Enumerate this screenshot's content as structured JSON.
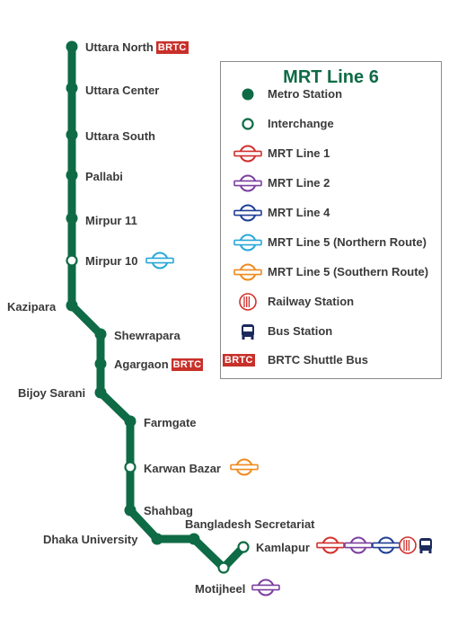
{
  "legend": {
    "title": "MRT Line 6",
    "items": [
      {
        "label": "Metro Station",
        "icon": "metro-station-icon"
      },
      {
        "label": "Interchange",
        "icon": "interchange-icon"
      },
      {
        "label": "MRT Line 1",
        "icon": "mrt-line-1-icon",
        "color": "#d0312d"
      },
      {
        "label": "MRT Line 2",
        "icon": "mrt-line-2-icon",
        "color": "#7b3fa0"
      },
      {
        "label": "MRT Line 4",
        "icon": "mrt-line-4-icon",
        "color": "#1f3f95"
      },
      {
        "label": "MRT Line 5 (Northern Route)",
        "icon": "mrt-line-5-north-icon",
        "color": "#29a8d8"
      },
      {
        "label": "MRT Line 5 (Southern Route)",
        "icon": "mrt-line-5-south-icon",
        "color": "#ef8a1f"
      },
      {
        "label": "Railway Station",
        "icon": "railway-station-icon",
        "color": "#d0312d"
      },
      {
        "label": "Bus Station",
        "icon": "bus-station-icon",
        "color": "#1b2a5c"
      },
      {
        "label": "BRTC Shuttle Bus",
        "icon": "brtc-badge",
        "badge": "BRTC"
      }
    ]
  },
  "colors": {
    "line": "#0e6b45",
    "brtc": "#c8302a",
    "mrt1": "#d0312d",
    "mrt2": "#7b3fa0",
    "mrt4": "#1f3f95",
    "mrt5n": "#29a8d8",
    "mrt5s": "#ef8a1f",
    "bus": "#1b2a5c"
  },
  "stations": [
    {
      "name": "Uttara North",
      "brtc": "BRTC"
    },
    {
      "name": "Uttara Center"
    },
    {
      "name": "Uttara South"
    },
    {
      "name": "Pallabi"
    },
    {
      "name": "Mirpur 11"
    },
    {
      "name": "Mirpur 10",
      "interchange": true
    },
    {
      "name": "Kazipara"
    },
    {
      "name": "Shewrapara"
    },
    {
      "name": "Agargaon",
      "brtc": "BRTC"
    },
    {
      "name": "Bijoy Sarani"
    },
    {
      "name": "Farmgate"
    },
    {
      "name": "Karwan Bazar",
      "interchange": true
    },
    {
      "name": "Shahbag"
    },
    {
      "name": "Dhaka University"
    },
    {
      "name": "Bangladesh Secretariat"
    },
    {
      "name": "Motijheel",
      "interchange": true
    },
    {
      "name": "Kamlapur",
      "interchange": true
    }
  ]
}
